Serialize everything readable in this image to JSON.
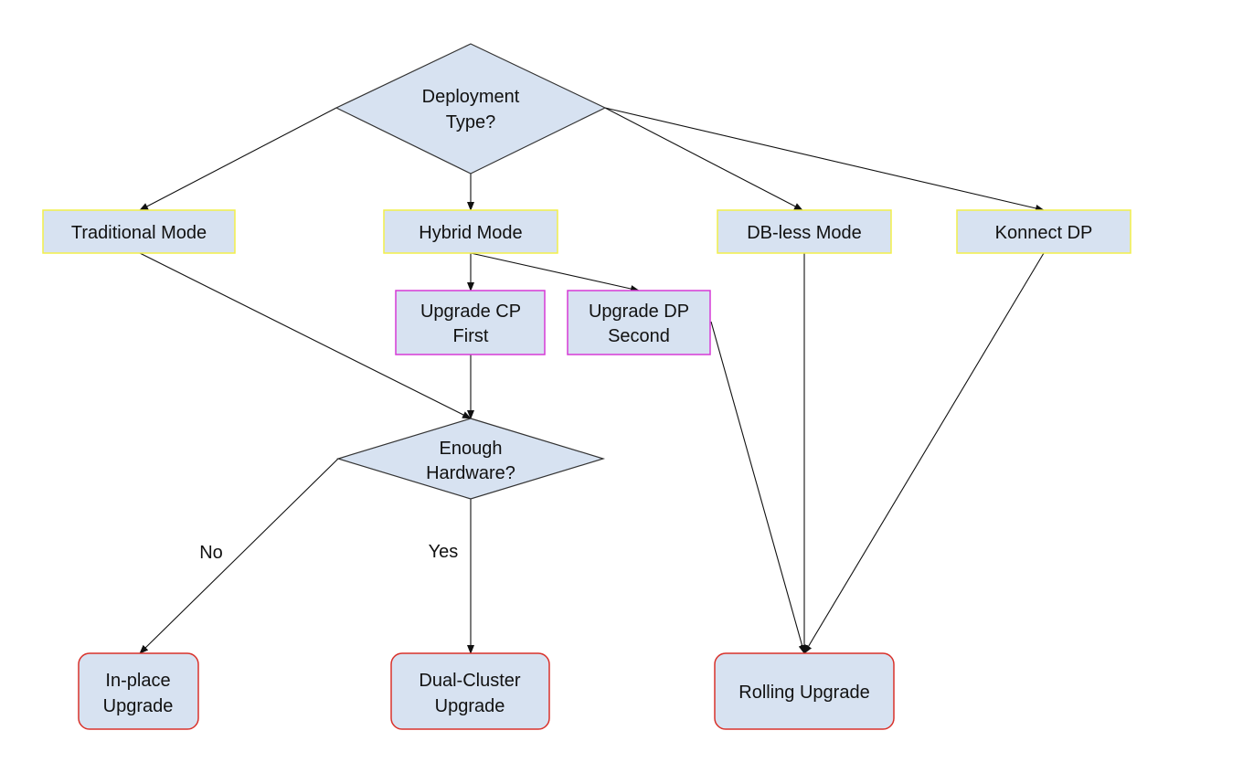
{
  "nodes": {
    "deployment_type": {
      "line1": "Deployment",
      "line2": "Type?"
    },
    "traditional_mode": {
      "label": "Traditional Mode"
    },
    "hybrid_mode": {
      "label": "Hybrid Mode"
    },
    "dbless_mode": {
      "label": "DB-less Mode"
    },
    "konnect_dp": {
      "label": "Konnect DP"
    },
    "upgrade_cp_first": {
      "line1": "Upgrade CP",
      "line2": "First"
    },
    "upgrade_dp_second": {
      "line1": "Upgrade DP",
      "line2": "Second"
    },
    "enough_hardware": {
      "line1": "Enough",
      "line2": "Hardware?"
    },
    "inplace_upgrade": {
      "line1": "In-place",
      "line2": "Upgrade"
    },
    "dualcluster_upgrade": {
      "line1": "Dual-Cluster",
      "line2": "Upgrade"
    },
    "rolling_upgrade": {
      "label": "Rolling Upgrade"
    }
  },
  "edge_labels": {
    "no": "No",
    "yes": "Yes"
  },
  "colors": {
    "node_fill": "#d7e2f1",
    "mode_border": "#f2ef4a",
    "step_border": "#d63ad6",
    "outcome_border": "#d9322b"
  }
}
